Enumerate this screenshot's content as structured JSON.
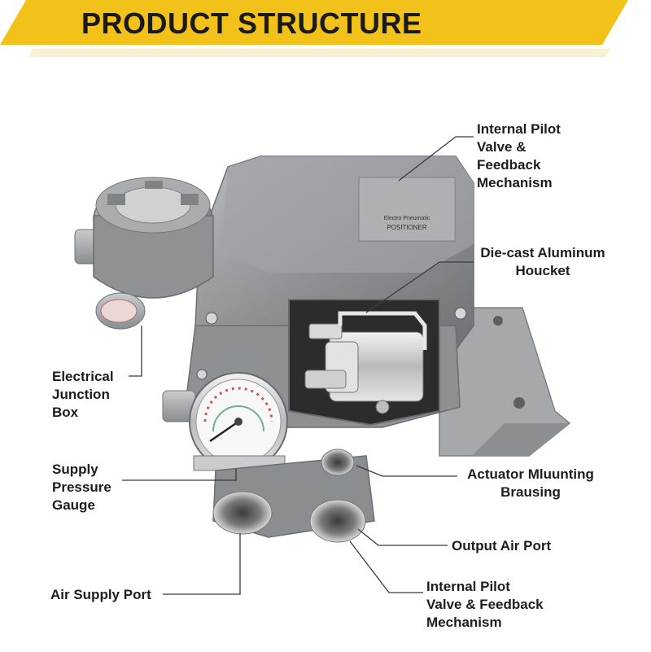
{
  "banner": {
    "title": "PRODUCT STRUCTURE",
    "accent_color": "#F2C21A"
  },
  "device": {
    "nameplate_line1": "Electro Pneumatic",
    "nameplate_line2": "POSITIONER"
  },
  "labels": {
    "pilot_top": [
      "Internal Pilot",
      "Valve &",
      "Feedback",
      "Mechanism"
    ],
    "diecast": [
      "Die-cast Aluminum",
      "Houcket"
    ],
    "junction": [
      "Electrical",
      "Junction",
      "Box"
    ],
    "gauge": [
      "Supply",
      "Pressure",
      "Gauge"
    ],
    "mounting": [
      "Actuator Mluunting",
      "Brausing"
    ],
    "output": [
      "Output Air Port"
    ],
    "air_supply": [
      "Air Supply Port"
    ],
    "pilot_bottom": [
      "Internal Pilot",
      "Valve & Feedback",
      "Mechanism"
    ]
  }
}
